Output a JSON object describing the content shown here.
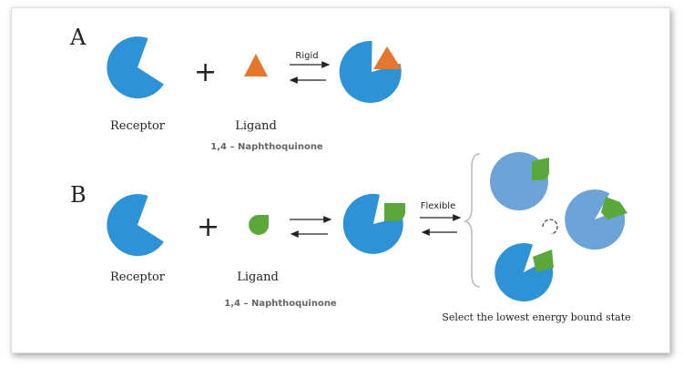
{
  "panel_a": {
    "label": "A",
    "receptor_label": "Receptor",
    "ligand_label": "Ligand",
    "compound_label": "1,4 – Naphthoquinone",
    "arrow_label": "Rigid",
    "plus": "+"
  },
  "panel_b": {
    "label": "B",
    "receptor_label": "Receptor",
    "ligand_label": "Ligand",
    "compound_label": "1,4 – Naphthoquinone",
    "arrow_label": "Flexible",
    "plus": "+",
    "selection_label": "Select the lowest energy bound state"
  },
  "colors": {
    "receptor": "#2d93d6",
    "receptor_pale": "#6ea3d8",
    "ligand_rigid": "#e5762e",
    "ligand_flexible": "#5aa83c",
    "text": "#222222",
    "compound_text": "#666666"
  }
}
